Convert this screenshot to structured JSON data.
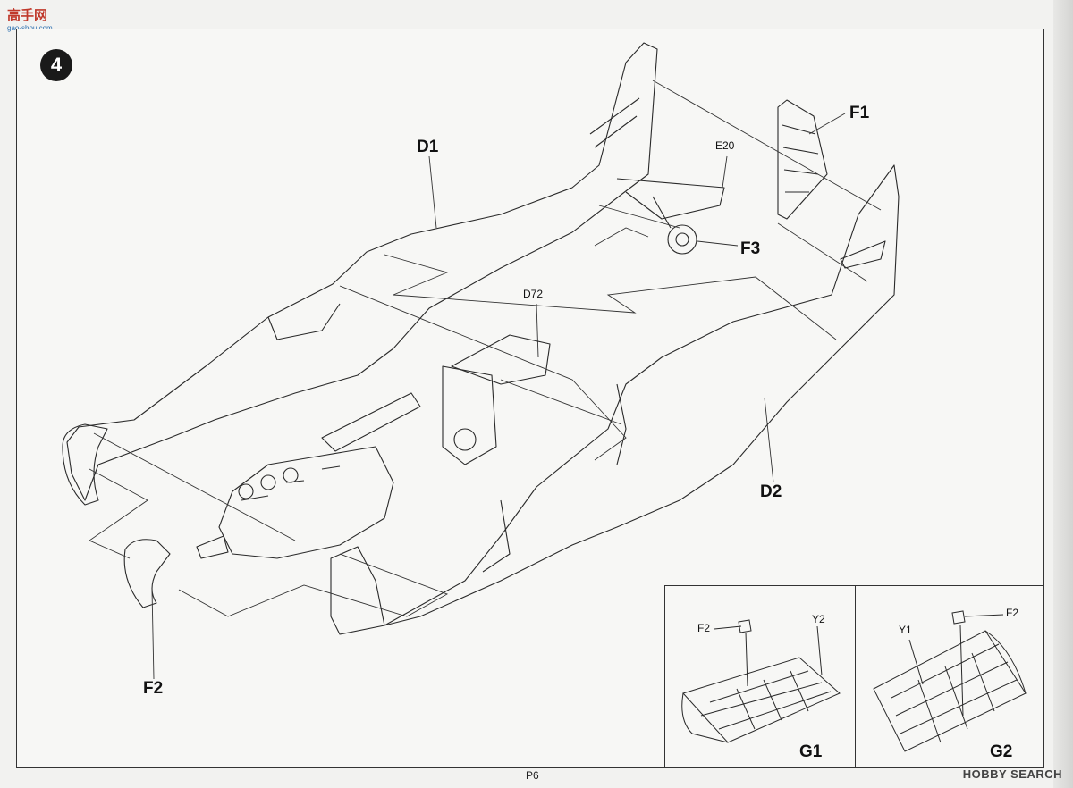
{
  "watermark": {
    "top_left": "高手网",
    "top_left_sub": "gao-shou.com",
    "bottom_right": "HOBBY SEARCH"
  },
  "step": "4",
  "labels": {
    "D1": "D1",
    "D2": "D2",
    "D72": "D72",
    "E20": "E20",
    "F1": "F1",
    "F2": "F2",
    "F3": "F3"
  },
  "inset_g1": {
    "title": "G1",
    "part_a": "F2",
    "part_b": "Y2"
  },
  "inset_g2": {
    "title": "G2",
    "part_a": "Y1",
    "part_b": "F2"
  },
  "page": "P6"
}
